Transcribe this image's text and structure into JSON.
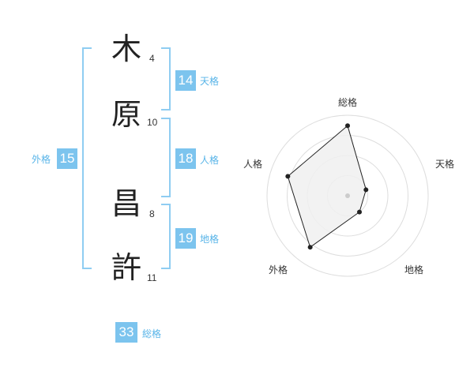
{
  "name": {
    "characters": [
      {
        "char": "木",
        "strokes": "4"
      },
      {
        "char": "原",
        "strokes": "10"
      },
      {
        "char": "昌",
        "strokes": "8"
      },
      {
        "char": "許",
        "strokes": "11"
      }
    ]
  },
  "kakusu": {
    "tenkaku": {
      "value": "14",
      "label": "天格"
    },
    "jinkaku": {
      "value": "18",
      "label": "人格"
    },
    "chikaku": {
      "value": "19",
      "label": "地格"
    },
    "gaikaku": {
      "value": "15",
      "label": "外格"
    },
    "soukaku": {
      "value": "33",
      "label": "総格"
    }
  },
  "chart_data": {
    "type": "radar",
    "axes": [
      "総格",
      "天格",
      "地格",
      "外格",
      "人格"
    ],
    "values": [
      0.87,
      0.24,
      0.25,
      0.79,
      0.78
    ],
    "max": 1,
    "rings": 4,
    "colors": {
      "ring": "#dddddd",
      "fill": "#f0f0f0",
      "line": "#222222",
      "center": "#cccccc"
    }
  }
}
